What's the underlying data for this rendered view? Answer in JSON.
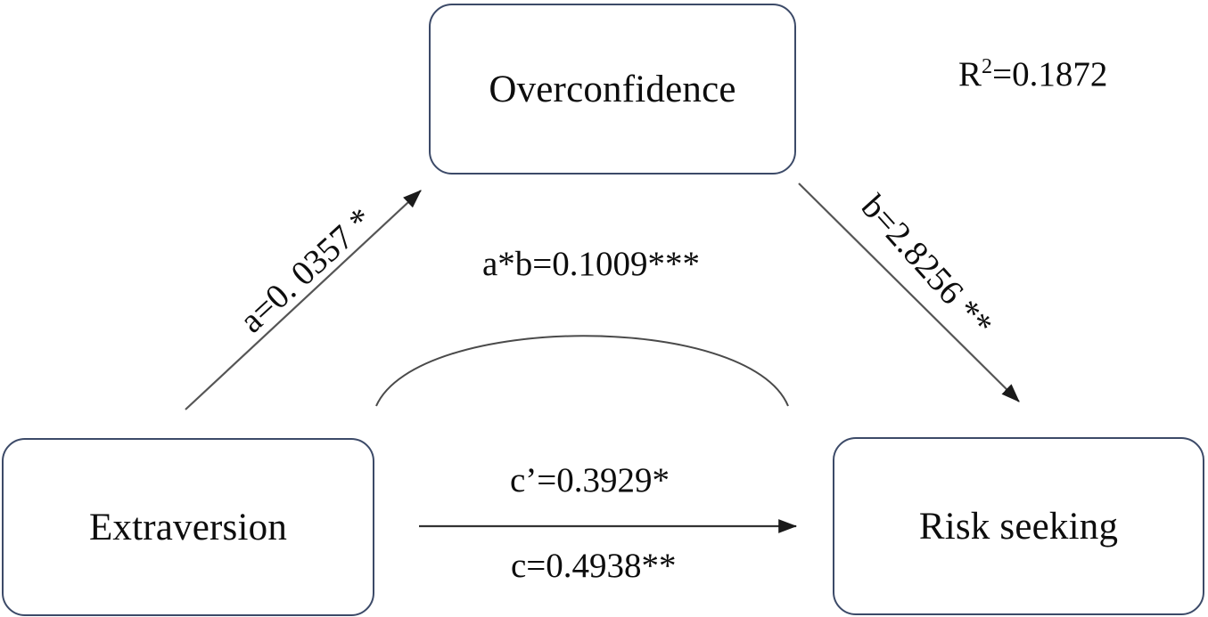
{
  "diagram": {
    "type": "mediation-model",
    "title": "Mediation model: Extraversion → Overconfidence → Risk seeking",
    "background_color": "#ffffff",
    "box_border_color": "#3c4a68",
    "line_color": "#444444",
    "text_color": "#0d0d0d"
  },
  "nodes": {
    "mediator": {
      "id": "overconfidence",
      "label": "Overconfidence"
    },
    "predictor": {
      "id": "extraversion",
      "label": "Extraversion"
    },
    "outcome": {
      "id": "risk_seeking",
      "label": "Risk seeking"
    }
  },
  "labels": {
    "r2": {
      "prefix": "R",
      "exponent": "2",
      "suffix": "=0.1872"
    },
    "path_a": "a=0. 0357 *",
    "path_b": "b=2.8256 **",
    "indirect": "a*b=0.1009***",
    "direct": "c’=0.3929*",
    "total": "c=0.4938**"
  },
  "chart_data": {
    "type": "diagram",
    "title": "Mediation model of Extraversion on Risk seeking via Overconfidence",
    "paths": [
      {
        "name": "a",
        "from": "Extraversion",
        "to": "Overconfidence",
        "label": "a=0. 0357 *",
        "coefficient": 0.0357,
        "significance": "*"
      },
      {
        "name": "b",
        "from": "Overconfidence",
        "to": "Risk seeking",
        "label": "b=2.8256 **",
        "coefficient": 2.8256,
        "significance": "**"
      },
      {
        "name": "a*b",
        "from": "Extraversion",
        "to": "Risk seeking",
        "label": "a*b=0.1009***",
        "coefficient": 0.1009,
        "significance": "***",
        "kind": "indirect"
      },
      {
        "name": "c'",
        "from": "Extraversion",
        "to": "Risk seeking",
        "label": "c’=0.3929*",
        "coefficient": 0.3929,
        "significance": "*",
        "kind": "direct"
      },
      {
        "name": "c",
        "from": "Extraversion",
        "to": "Risk seeking",
        "label": "c=0.4938**",
        "coefficient": 0.4938,
        "significance": "**",
        "kind": "total"
      }
    ],
    "model_fit": {
      "name": "R2",
      "value": 0.1872,
      "label": "R²=0.1872"
    }
  }
}
